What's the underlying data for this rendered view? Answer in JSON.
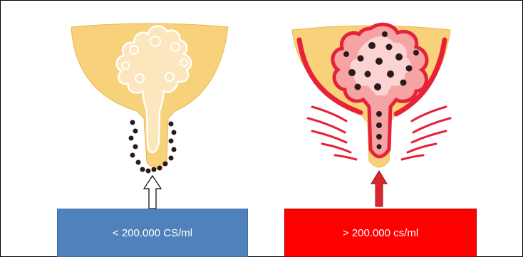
{
  "panels": [
    {
      "label": "< 200.000 CS/ml",
      "box_color": "#4f81bd",
      "arrow_color": "#ffffff",
      "state": "normal"
    },
    {
      "label": "> 200.000 cs/ml",
      "box_color": "#ff0000",
      "arrow_color": "#d9262e",
      "state": "inflamed"
    }
  ],
  "colors": {
    "udder_tissue": "#f7d27a",
    "alveolar_lumen": "#fbe6bd",
    "inflamed_tissue": "#f5a3a3",
    "inflamed_outline": "#e8213a",
    "cells": "#2a1a1e"
  }
}
